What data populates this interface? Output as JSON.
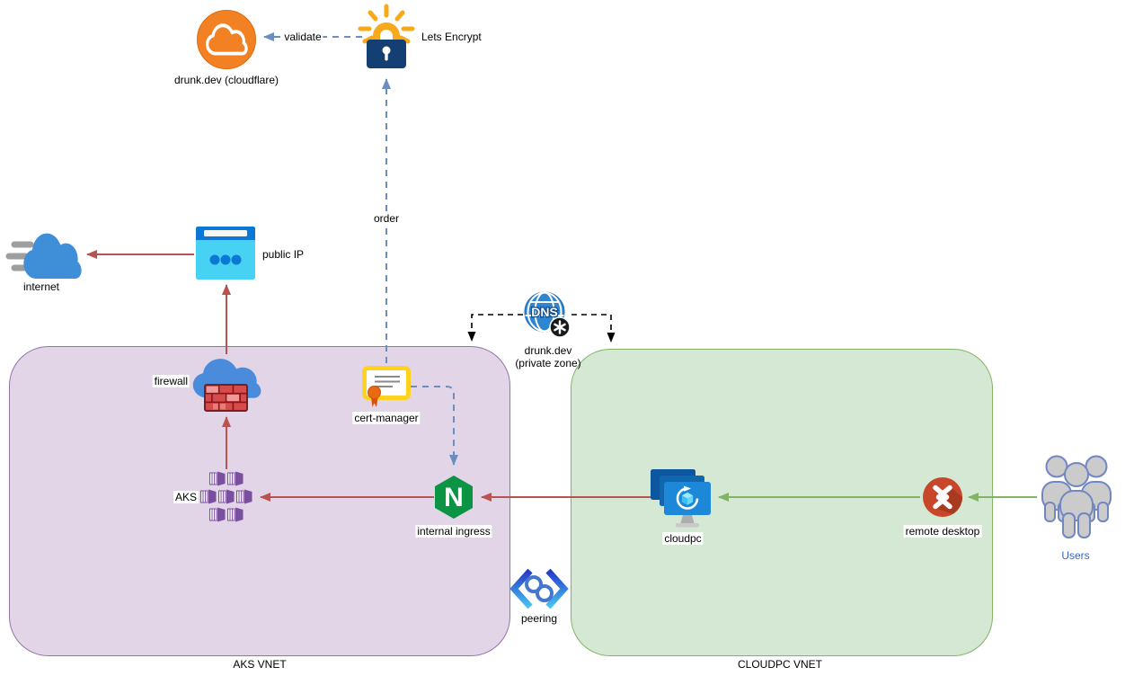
{
  "containers": {
    "aks_vnet": {
      "label": "AKS VNET"
    },
    "cloudpc_vnet": {
      "label": "CLOUDPC VNET"
    }
  },
  "nodes": {
    "cloudflare": {
      "label": "drunk.dev (cloudflare)"
    },
    "lets_encrypt": {
      "label": "Lets Encrypt"
    },
    "internet": {
      "label": "internet"
    },
    "public_ip": {
      "label": "public IP"
    },
    "firewall": {
      "label": "firewall"
    },
    "aks": {
      "label": "AKS"
    },
    "cert_manager": {
      "label": "cert-manager"
    },
    "dns": {
      "label_line1": "drunk.dev",
      "label_line2": "(private zone)",
      "icon_text": "DNS"
    },
    "internal_ingress": {
      "label": "internal ingress",
      "icon_letter": "N"
    },
    "cloudpc": {
      "label": "cloudpc"
    },
    "remote_desktop": {
      "label": "remote desktop"
    },
    "users": {
      "label": "Users"
    },
    "peering": {
      "label": "peering"
    }
  },
  "edges": {
    "validate": {
      "label": "validate"
    },
    "order": {
      "label": "order"
    }
  },
  "colors": {
    "red_edge": "#B85450",
    "green_edge": "#82B366",
    "blue_edge": "#6C8EBF",
    "black_edge": "#000000",
    "aks_vnet_fill": "#E1D5E7",
    "aks_vnet_stroke": "#9673A6",
    "cloudpc_vnet_fill": "#D5E8D4",
    "cloudpc_vnet_stroke": "#82B366",
    "cloudflare_orange": "#F28124",
    "letsencrypt_navy": "#143F73",
    "letsencrypt_gold": "#F7A81B",
    "nginx_green": "#0B9444",
    "remote_desktop_red": "#C8472B",
    "users_label_blue": "#3366CC"
  }
}
